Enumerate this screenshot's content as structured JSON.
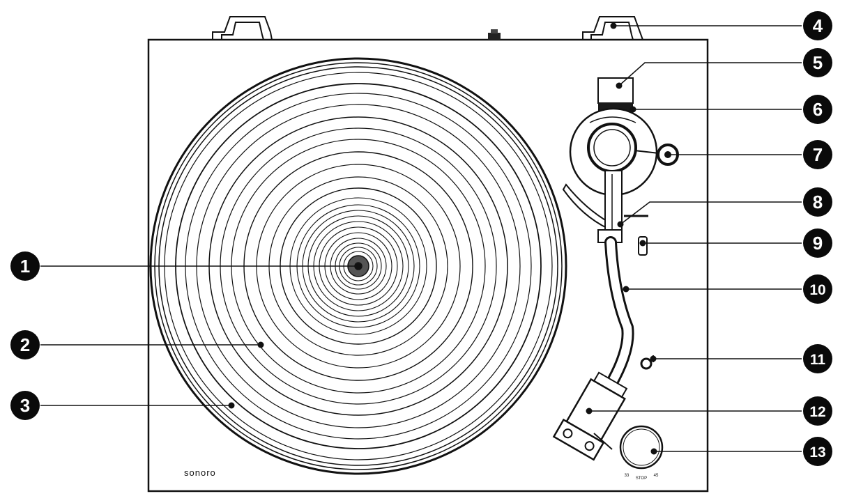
{
  "brand": {
    "logo_text": "sonoro"
  },
  "speed_dial": {
    "marks": [
      "33",
      "STOP",
      "45"
    ]
  },
  "callouts": [
    {
      "id": 1,
      "label": "1"
    },
    {
      "id": 2,
      "label": "2"
    },
    {
      "id": 3,
      "label": "3"
    },
    {
      "id": 4,
      "label": "4"
    },
    {
      "id": 5,
      "label": "5"
    },
    {
      "id": 6,
      "label": "6"
    },
    {
      "id": 7,
      "label": "7"
    },
    {
      "id": 8,
      "label": "8"
    },
    {
      "id": 9,
      "label": "9"
    },
    {
      "id": 10,
      "label": "10"
    },
    {
      "id": 11,
      "label": "11"
    },
    {
      "id": 12,
      "label": "12"
    },
    {
      "id": 13,
      "label": "13"
    }
  ],
  "colors": {
    "ink": "#111111",
    "badge": "#0a0a0a",
    "badge_text": "#ffffff",
    "background": "#ffffff"
  }
}
